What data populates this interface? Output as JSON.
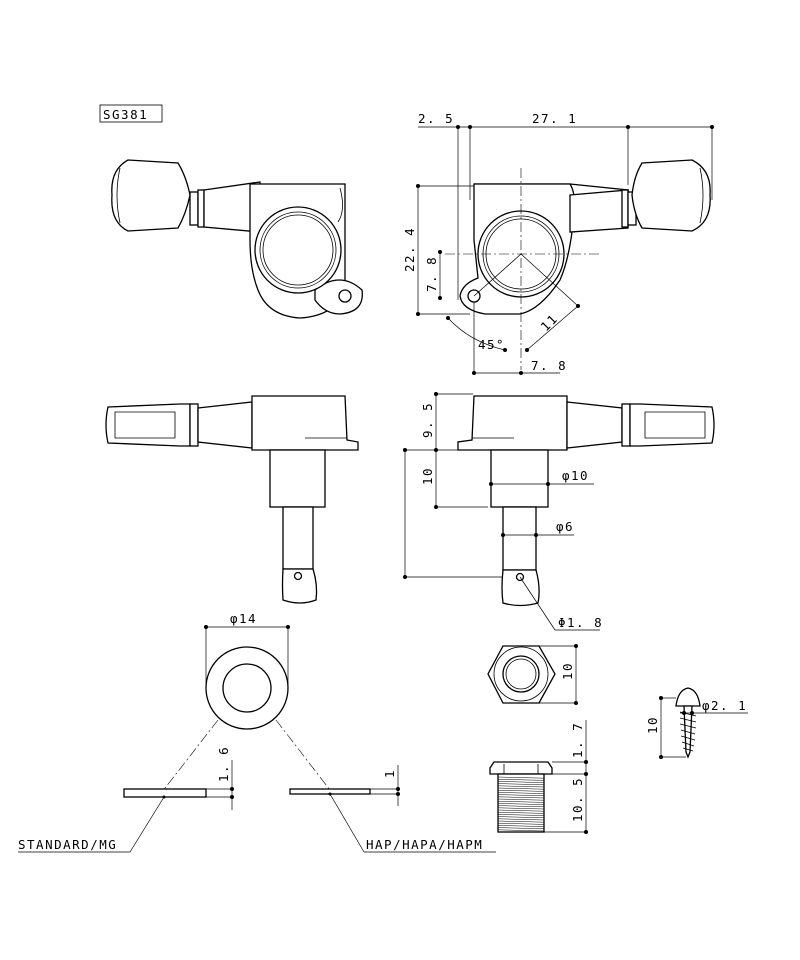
{
  "model": "SG381",
  "dimensions": {
    "d_2_5": "2. 5",
    "d_27_1": "27. 1",
    "d_22_4": "22. 4",
    "d_7_8_v": "7. 8",
    "d_11": "11",
    "d_45": "45°",
    "d_7_8_h": "7. 8",
    "d_9_5": "9. 5",
    "d_10_v": "10",
    "d_phi10": "φ10",
    "d_phi6": "φ6",
    "d_phi1_8": "Φ1. 8",
    "d_phi14": "φ14",
    "d_nut10": "10",
    "d_screw10": "10",
    "d_phi2_1": "φ2. 1",
    "d_1_6": "1. 6",
    "d_1": "1",
    "d_1_7": "1. 7",
    "d_10_5": "10. 5"
  },
  "labels": {
    "standard": "STANDARD/MG",
    "hap": "HAP/HAPA/HAPM"
  }
}
